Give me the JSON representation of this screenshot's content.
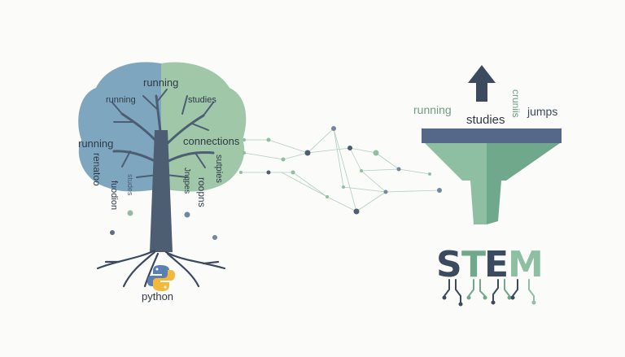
{
  "tree": {
    "top_word": "running",
    "left_words": [
      "running",
      "running"
    ],
    "right_words": [
      "studies",
      "connections"
    ],
    "rotated_words": [
      "renatoo",
      "fuodion",
      "studes",
      "Jnqpes",
      "roopns",
      "sutpies"
    ],
    "root_label": "python"
  },
  "funnel": {
    "words": [
      "running",
      "studies",
      "cruniis",
      "jumps"
    ],
    "stem_letters": [
      "S",
      "T",
      "E",
      "M"
    ],
    "stem_word": "STEM"
  },
  "colors": {
    "tree_left": "#7ea7bf",
    "tree_right": "#9fc7a8",
    "trunk": "#4d5d72",
    "text_dark": "#2f3a4a",
    "text_green": "#6f9f82",
    "funnel_green": "#86b99c",
    "funnel_rim": "#56688a",
    "arrow": "#3c4a5f",
    "python_yellow": "#f2b93b",
    "python_blue": "#5a7fb0"
  },
  "icons": [
    "tree-icon",
    "python-logo-icon",
    "arrow-up-icon",
    "funnel-icon",
    "network-graph-icon"
  ]
}
